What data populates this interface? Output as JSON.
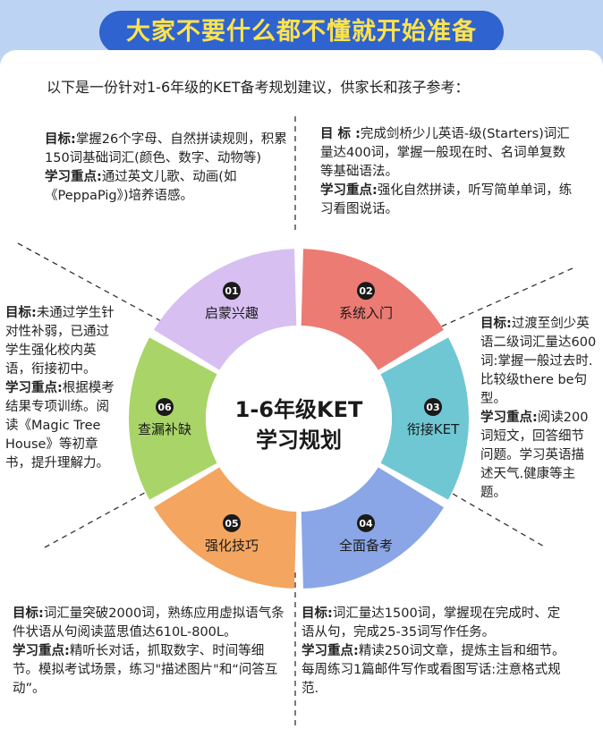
{
  "title": "大家不要什么都不懂就开始准备",
  "intro": "以下是一份针对1-6年级的KET备考规划建议，供家长和孩子参考：",
  "center": {
    "line1": "1-6年级KET",
    "line2": "学习规划"
  },
  "labels": {
    "goal": "目标:",
    "goal_spaced": "目 标 :",
    "focus": "学习重点:"
  },
  "segments": [
    {
      "num": "01",
      "name": "启蒙兴趣",
      "color": "#d7bff2"
    },
    {
      "num": "02",
      "name": "系统入门",
      "color": "#ec7b74"
    },
    {
      "num": "03",
      "name": "衔接KET",
      "color": "#6fc7d4"
    },
    {
      "num": "04",
      "name": "全面备考",
      "color": "#8aa6e6"
    },
    {
      "num": "05",
      "name": "强化技巧",
      "color": "#f4a55f"
    },
    {
      "num": "06",
      "name": "查漏补缺",
      "color": "#a9d468"
    }
  ],
  "stages": {
    "s1": {
      "goal": "掌握26个字母、自然拼读规则，积累150词基础词汇(颜色、数字、动物等)",
      "focus": "通过英文儿歌、动画(如《PeppaPig》)培养语感。"
    },
    "s2": {
      "goal": "完成剑桥少儿英语-级(Starters)词汇量达400词，掌握一般现在时、名词单复数等基础语法。",
      "focus": "强化自然拼读，听写简单单词，练习看图说话。"
    },
    "s3": {
      "goal": "过渡至剑少英语二级词汇量达600词:掌握一般过去时.比较级there be句型。",
      "focus": "阅读200词短文，回答细节问题。学习英语描述天气.健康等主题。"
    },
    "s4": {
      "goal": "词汇量达1500词，掌握现在完成时、定语从句，完成25-35词写作任务。",
      "focus": "精读250词文章，提炼主旨和细节。每周练习1篇邮件写作或看图写话:注意格式规范."
    },
    "s5": {
      "goal": "词汇量突破2000词，熟练应用虚拟语气条件状语从句阅读蓝思值达610L-800L。",
      "focus": "精听长对话，抓取数字、时间等细节。模拟考试场景，练习\"描述图片\"和“问答互动”。"
    },
    "s6": {
      "goal": "未通过学生针对性补弱，已通过学生强化校内英语，衔接初中。",
      "focus": "根据模考结果专项训练。阅读《Magic Tree House》等初章书，提升理解力。"
    }
  }
}
